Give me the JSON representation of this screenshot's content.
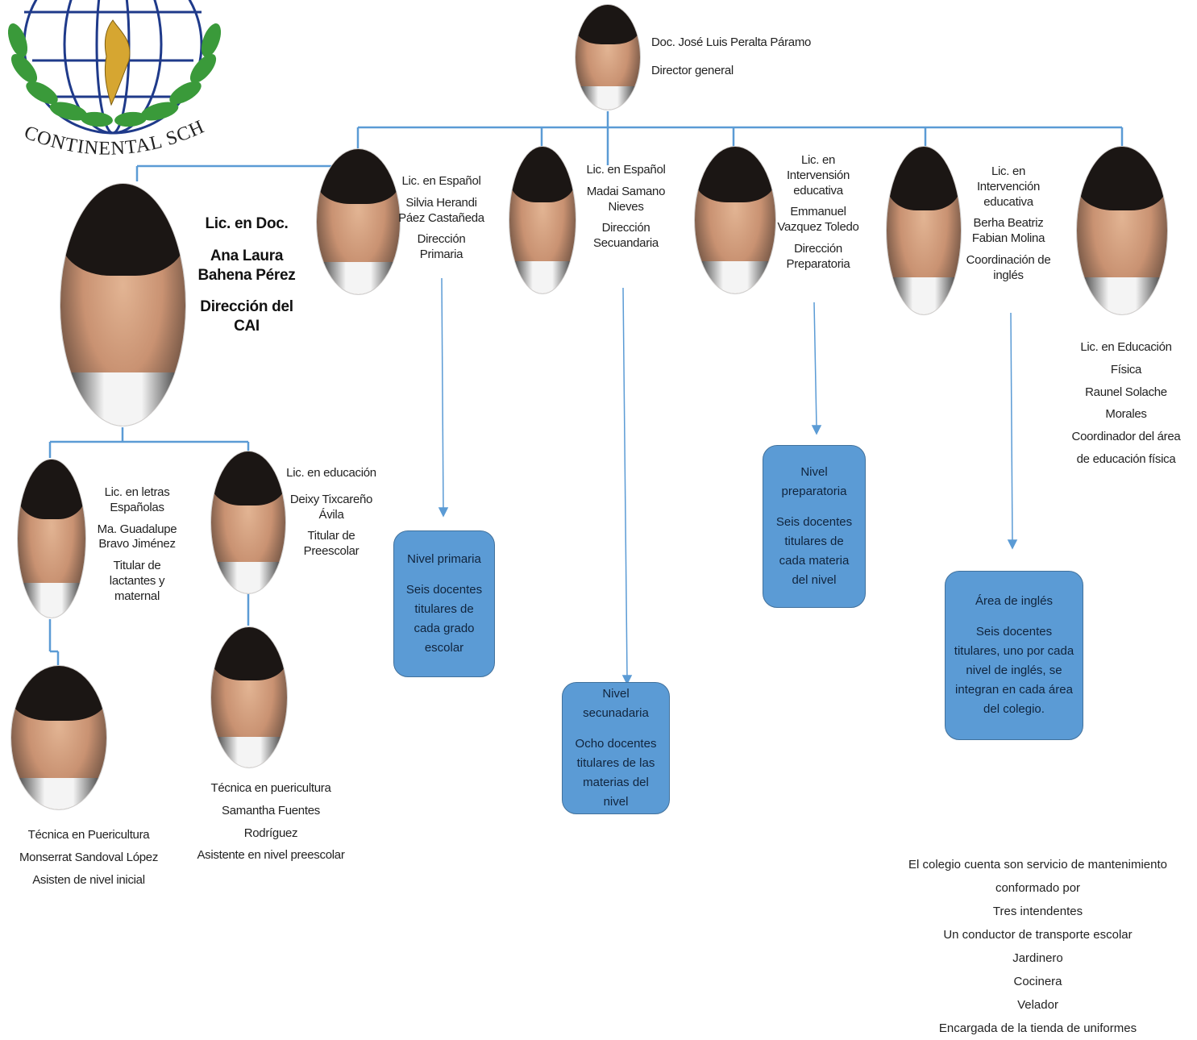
{
  "school": {
    "name": "CONTINENTAL SCHOOL"
  },
  "director": {
    "name": "Doc. José Luis Peralta Páramo",
    "role": "Director general"
  },
  "cai": {
    "degree": "Lic. en Doc.",
    "name": "Ana Laura Bahena Pérez",
    "role": "Dirección del CAI"
  },
  "primaria": {
    "degree": "Lic. en Español",
    "name": "Silvia Herandi Páez Castañeda",
    "role": "Dirección Primaria"
  },
  "secundaria": {
    "degree": "Lic. en Español",
    "name": "Madai Samano Nieves",
    "role": "Dirección Secuandaria"
  },
  "preparatoria": {
    "degree": "Lic. en Intervensión educativa",
    "name": "Emmanuel Vazquez Toledo",
    "role": "Dirección Preparatoria"
  },
  "ingles": {
    "degree": "Lic. en Intervención educativa",
    "name": "Berha Beatriz Fabian Molina",
    "role": "Coordinación de inglés"
  },
  "fisica": {
    "degree": "Lic. en Educación Física",
    "name": "Raunel Solache Morales",
    "role": "Coordinador del área de educación física"
  },
  "lactantes": {
    "degree": "Lic. en letras Españolas",
    "name": "Ma. Guadalupe Bravo Jiménez",
    "role": "Titular de lactantes y maternal"
  },
  "preescolar": {
    "degree": "Lic. en educación",
    "name": "Deixy Tixcareño Ávila",
    "role": "Titular de Preescolar"
  },
  "asist_inicial": {
    "degree": "Técnica en Puericultura",
    "name": "Monserrat Sandoval López",
    "role": "Asisten de nivel inicial"
  },
  "asist_preescolar": {
    "degree": "Técnica en puericultura",
    "name": "Samantha Fuentes Rodríguez",
    "role": "Asistente en nivel preescolar"
  },
  "boxes": {
    "primaria": {
      "title": "Nivel primaria",
      "text": "Seis docentes titulares de cada grado escolar"
    },
    "secundaria": {
      "title": "Nivel secunadaria",
      "text": "Ocho docentes titulares de las materias del nivel"
    },
    "preparatoria": {
      "title": "Nivel preparatoria",
      "text": "Seis docentes titulares de cada materia del nivel"
    },
    "ingles": {
      "title": "Área de inglés",
      "text": "Seis docentes titulares, uno por cada  nivel de inglés, se integran en cada área del colegio."
    }
  },
  "maintenance": {
    "intro": "El colegio cuenta son servicio de mantenimiento conformado por",
    "items": [
      "Tres intendentes",
      "Un conductor de transporte escolar",
      "Jardinero",
      "Cocinera",
      "Velador",
      "Encargada de la tienda de uniformes"
    ]
  },
  "colors": {
    "line": "#5b9bd5",
    "box_fill": "#5b9bd5",
    "box_border": "#41719c",
    "logo_wreath": "#3a9a3a",
    "logo_globe": "#1f3a8a"
  }
}
